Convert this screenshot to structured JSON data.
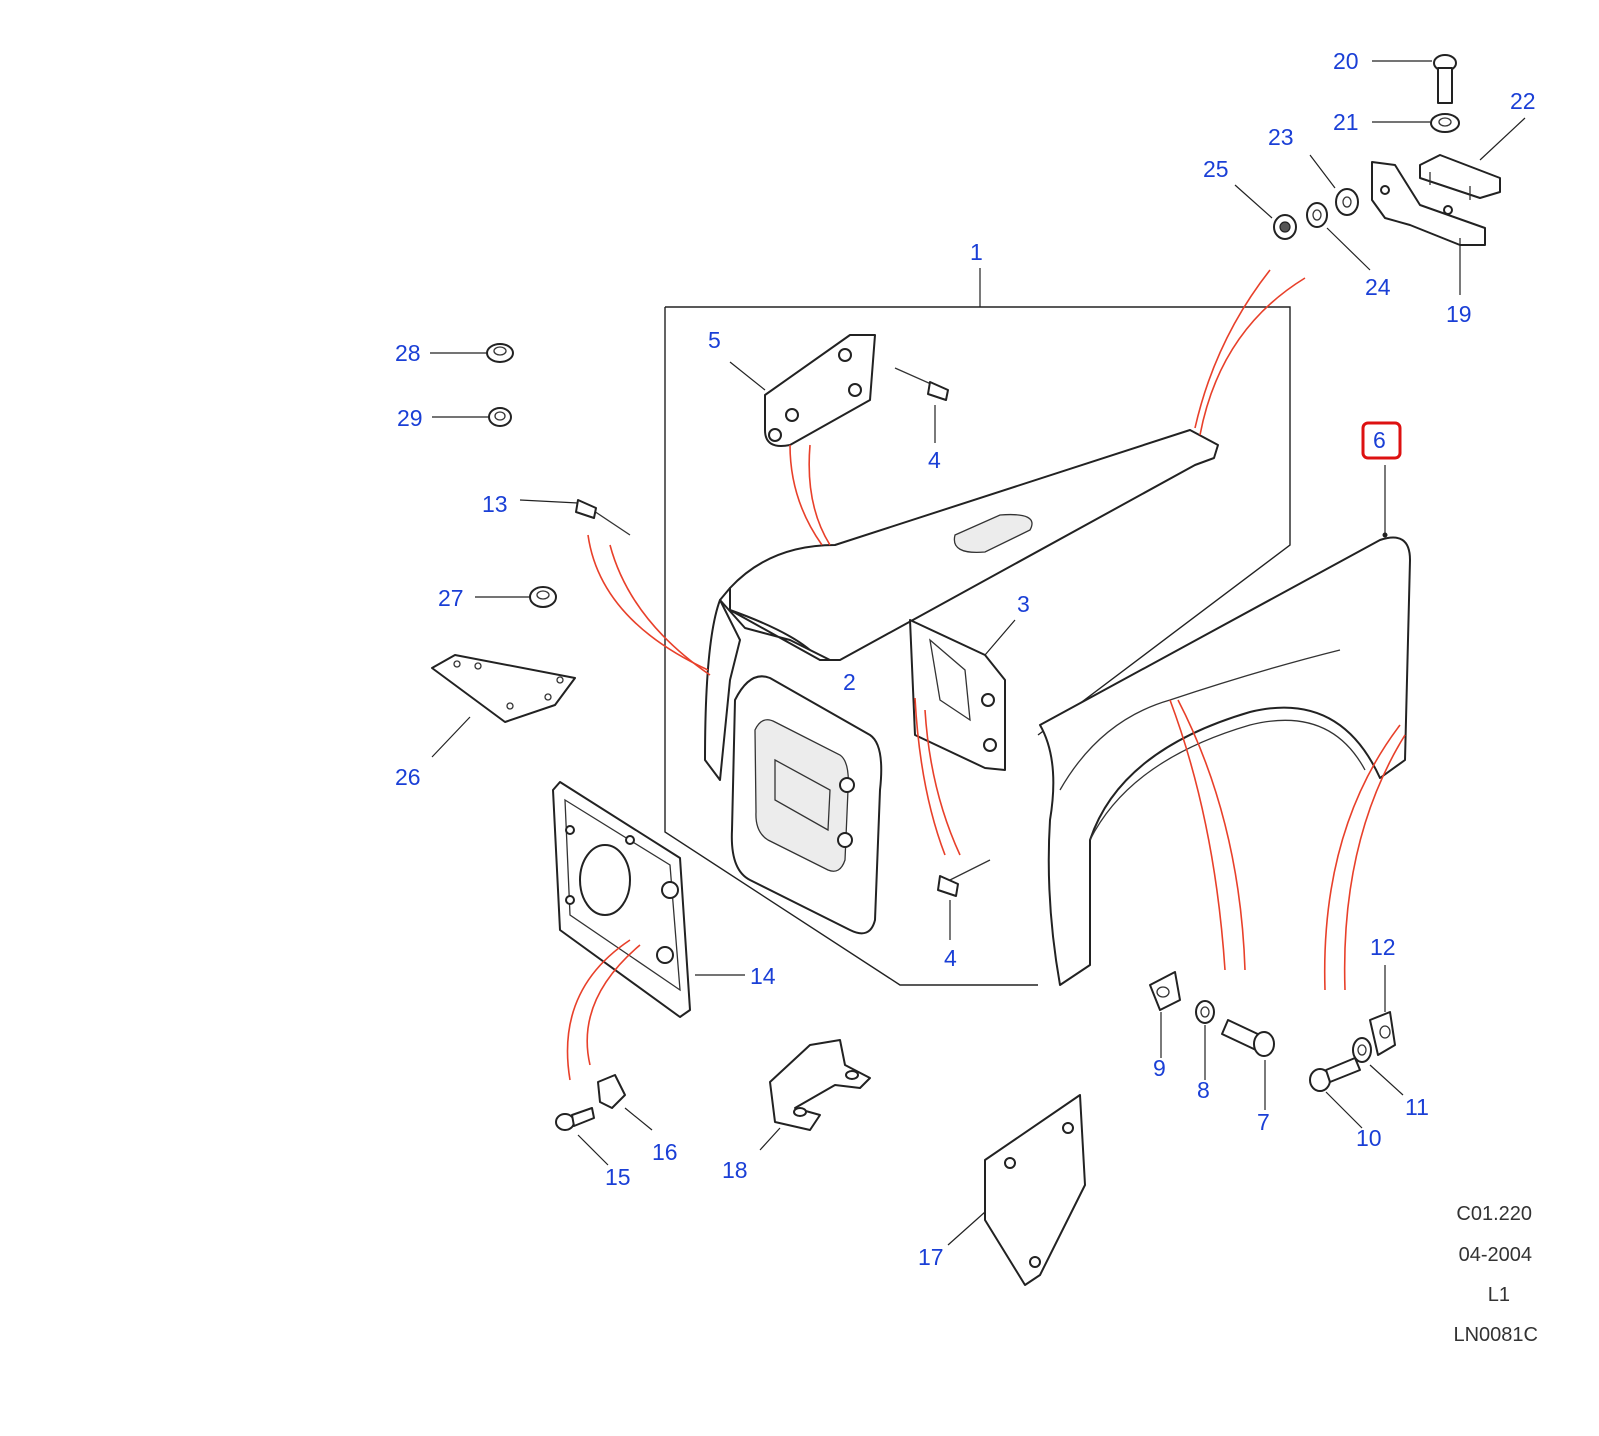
{
  "diagram": {
    "callouts": {
      "c1": "1",
      "c2": "2",
      "c3": "3",
      "c4a": "4",
      "c4b": "4",
      "c5": "5",
      "c6": "6",
      "c7": "7",
      "c8": "8",
      "c9": "9",
      "c10": "10",
      "c11": "11",
      "c12": "12",
      "c13": "13",
      "c14": "14",
      "c15": "15",
      "c16": "16",
      "c17": "17",
      "c18": "18",
      "c19": "19",
      "c20": "20",
      "c21": "21",
      "c22": "22",
      "c23": "23",
      "c24": "24",
      "c25": "25",
      "c26": "26",
      "c27": "27",
      "c28": "28",
      "c29": "29"
    },
    "highlighted_callout": "6",
    "codes": {
      "ref": "C01.220",
      "date": "04-2004",
      "level": "L1",
      "drawing": "LN0081C"
    },
    "colors": {
      "callout_text": "#1a3fd6",
      "highlight_box": "#dd1111",
      "fastener_links": "#e8402a",
      "linework": "#222222"
    }
  }
}
